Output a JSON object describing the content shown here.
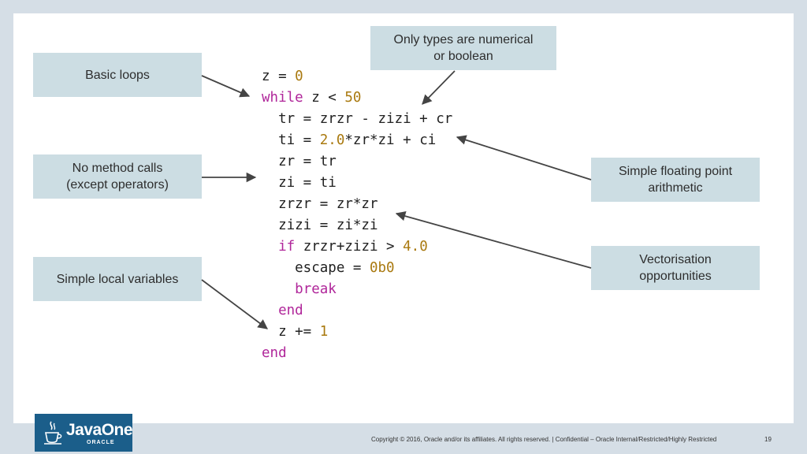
{
  "callouts": {
    "basic_loops": "Basic loops",
    "no_method_calls": "No method calls\n(except operators)",
    "simple_local_vars": "Simple local variables",
    "only_types": "Only types are numerical\nor boolean",
    "simple_float": "Simple floating point\narithmetic",
    "vectorisation": "Vectorisation\nopportunities"
  },
  "code": [
    [
      {
        "t": "z = ",
        "c": "plain"
      },
      {
        "t": "0",
        "c": "num"
      }
    ],
    [
      {
        "t": "while",
        "c": "kw"
      },
      {
        "t": " z < ",
        "c": "plain"
      },
      {
        "t": "50",
        "c": "num"
      }
    ],
    [
      {
        "t": "  tr = zrzr - zizi + cr",
        "c": "plain"
      }
    ],
    [
      {
        "t": "  ti = ",
        "c": "plain"
      },
      {
        "t": "2.0",
        "c": "num"
      },
      {
        "t": "*zr*zi + ci",
        "c": "plain"
      }
    ],
    [
      {
        "t": "  zr = tr",
        "c": "plain"
      }
    ],
    [
      {
        "t": "  zi = ti",
        "c": "plain"
      }
    ],
    [
      {
        "t": "  zrzr = zr*zr",
        "c": "plain"
      }
    ],
    [
      {
        "t": "  zizi = zi*zi",
        "c": "plain"
      }
    ],
    [
      {
        "t": "  ",
        "c": "plain"
      },
      {
        "t": "if",
        "c": "kw"
      },
      {
        "t": " zrzr+zizi > ",
        "c": "plain"
      },
      {
        "t": "4.0",
        "c": "num"
      }
    ],
    [
      {
        "t": "    escape = ",
        "c": "plain"
      },
      {
        "t": "0b0",
        "c": "num"
      }
    ],
    [
      {
        "t": "    ",
        "c": "plain"
      },
      {
        "t": "break",
        "c": "kw"
      }
    ],
    [
      {
        "t": "  ",
        "c": "plain"
      },
      {
        "t": "end",
        "c": "kw"
      }
    ],
    [
      {
        "t": "  z += ",
        "c": "plain"
      },
      {
        "t": "1",
        "c": "num"
      }
    ],
    [
      {
        "t": "end",
        "c": "kw"
      }
    ]
  ],
  "colors": {
    "keyword": "#b0269a",
    "number": "#a9790f",
    "callout_bg": "#ccdde3",
    "frame_bg": "#d5dee6",
    "logo_bg": "#1b5e8a"
  },
  "footer": {
    "logo_text": "JavaOne",
    "logo_sub": "ORACLE",
    "copyright": "Copyright © 2016, Oracle and/or its affiliates. All rights reserved.  |  Confidential – Oracle Internal/Restricted/Highly Restricted",
    "page_number": "19"
  }
}
